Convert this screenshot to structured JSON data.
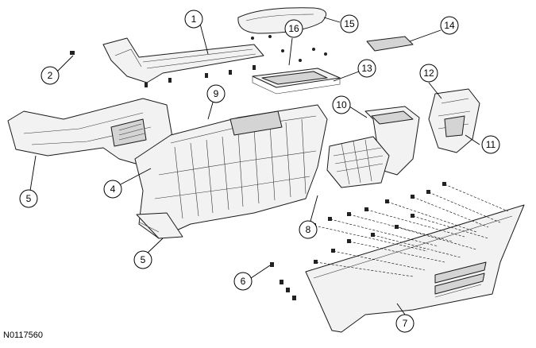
{
  "figure_code": "N0117560",
  "callouts": [
    {
      "id": "c1",
      "label": "1"
    },
    {
      "id": "c2",
      "label": "2"
    },
    {
      "id": "c4",
      "label": "4"
    },
    {
      "id": "c5a",
      "label": "5"
    },
    {
      "id": "c5b",
      "label": "5"
    },
    {
      "id": "c6",
      "label": "6"
    },
    {
      "id": "c7",
      "label": "7"
    },
    {
      "id": "c8",
      "label": "8"
    },
    {
      "id": "c9",
      "label": "9"
    },
    {
      "id": "c10",
      "label": "10"
    },
    {
      "id": "c11",
      "label": "11"
    },
    {
      "id": "c12",
      "label": "12"
    },
    {
      "id": "c13",
      "label": "13"
    },
    {
      "id": "c14",
      "label": "14"
    },
    {
      "id": "c15",
      "label": "15"
    },
    {
      "id": "c16",
      "label": "16"
    }
  ]
}
